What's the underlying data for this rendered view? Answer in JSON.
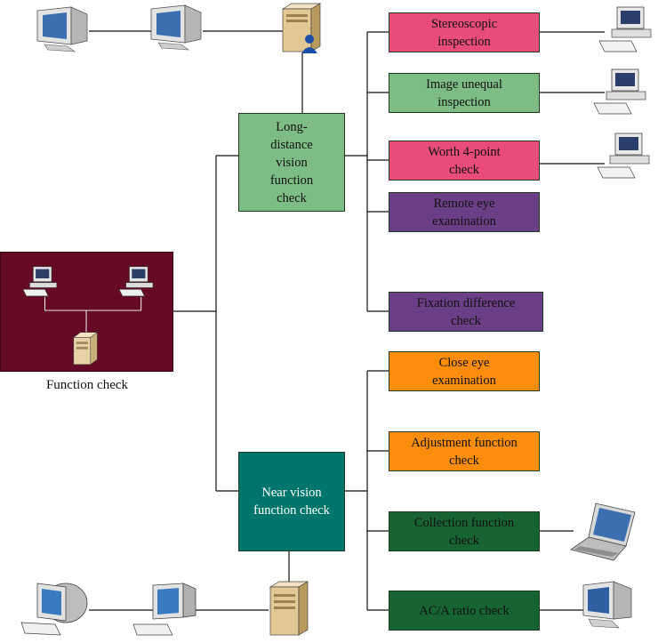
{
  "colors": {
    "function_check": "#650a24",
    "long_distance": "#7dbd85",
    "near_vision": "#00756b",
    "pink": "#e84c78",
    "light_green": "#7dbd85",
    "purple": "#6a3f86",
    "orange": "#fa8e0c",
    "dark_green": "#176332",
    "line": "#111111"
  },
  "function_check": {
    "label": "Function check"
  },
  "long_distance": {
    "label": "Long-distance vision function check"
  },
  "near_vision": {
    "label": "Near vision function check"
  },
  "far_items": [
    {
      "label": "Stereoscopic inspection"
    },
    {
      "label": "Image unequal inspection"
    },
    {
      "label": "Worth 4-point check"
    },
    {
      "label": "Remote eye examination"
    },
    {
      "label": "Fixation difference check"
    }
  ],
  "near_items": [
    {
      "label": "Close eye examination"
    },
    {
      "label": "Adjustment function check"
    },
    {
      "label": "Collection function check"
    },
    {
      "label": "AC/A ratio check"
    }
  ],
  "icons": {
    "crt_monitor": "crt-monitor-icon",
    "desktop_computer": "desktop-computer-icon",
    "server": "server-icon",
    "laptop": "laptop-icon"
  }
}
